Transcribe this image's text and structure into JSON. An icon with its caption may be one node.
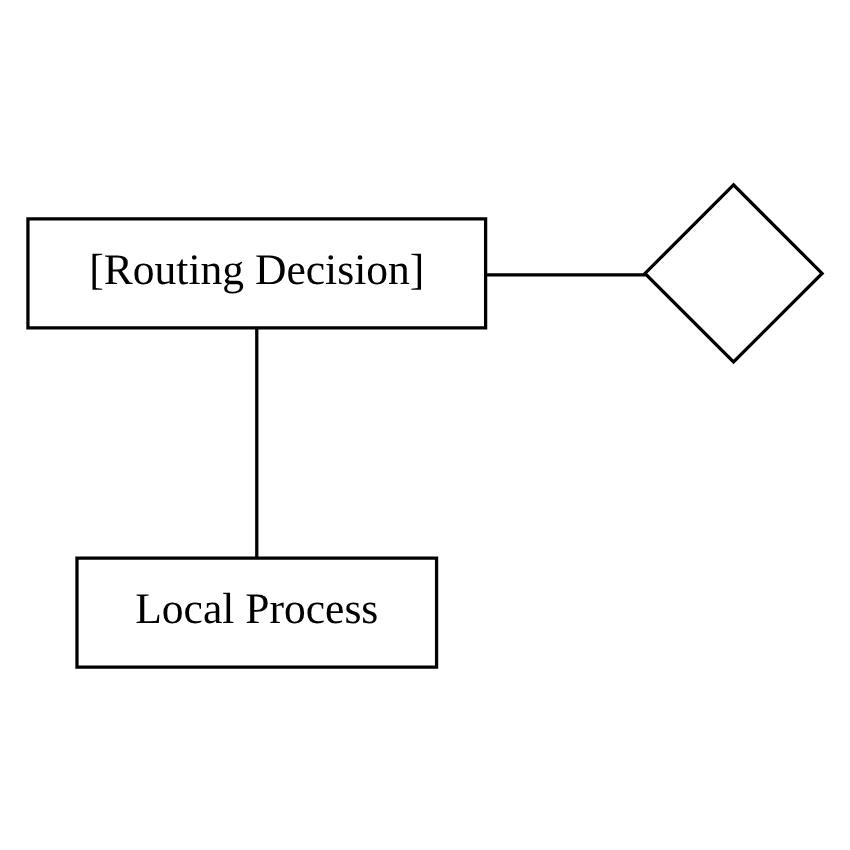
{
  "diagram": {
    "nodes": [
      {
        "text": [
          "[Routing Decision]"
        ]
      },
      {
        "text": [],
        "shape": "diamond"
      },
      {
        "text": [
          "Local Process"
        ]
      }
    ],
    "edges": [
      {
        "from": 0,
        "to": 1,
        "arrow": "none"
      },
      {
        "from": 0,
        "to": 2,
        "arrow": "none"
      }
    ]
  }
}
